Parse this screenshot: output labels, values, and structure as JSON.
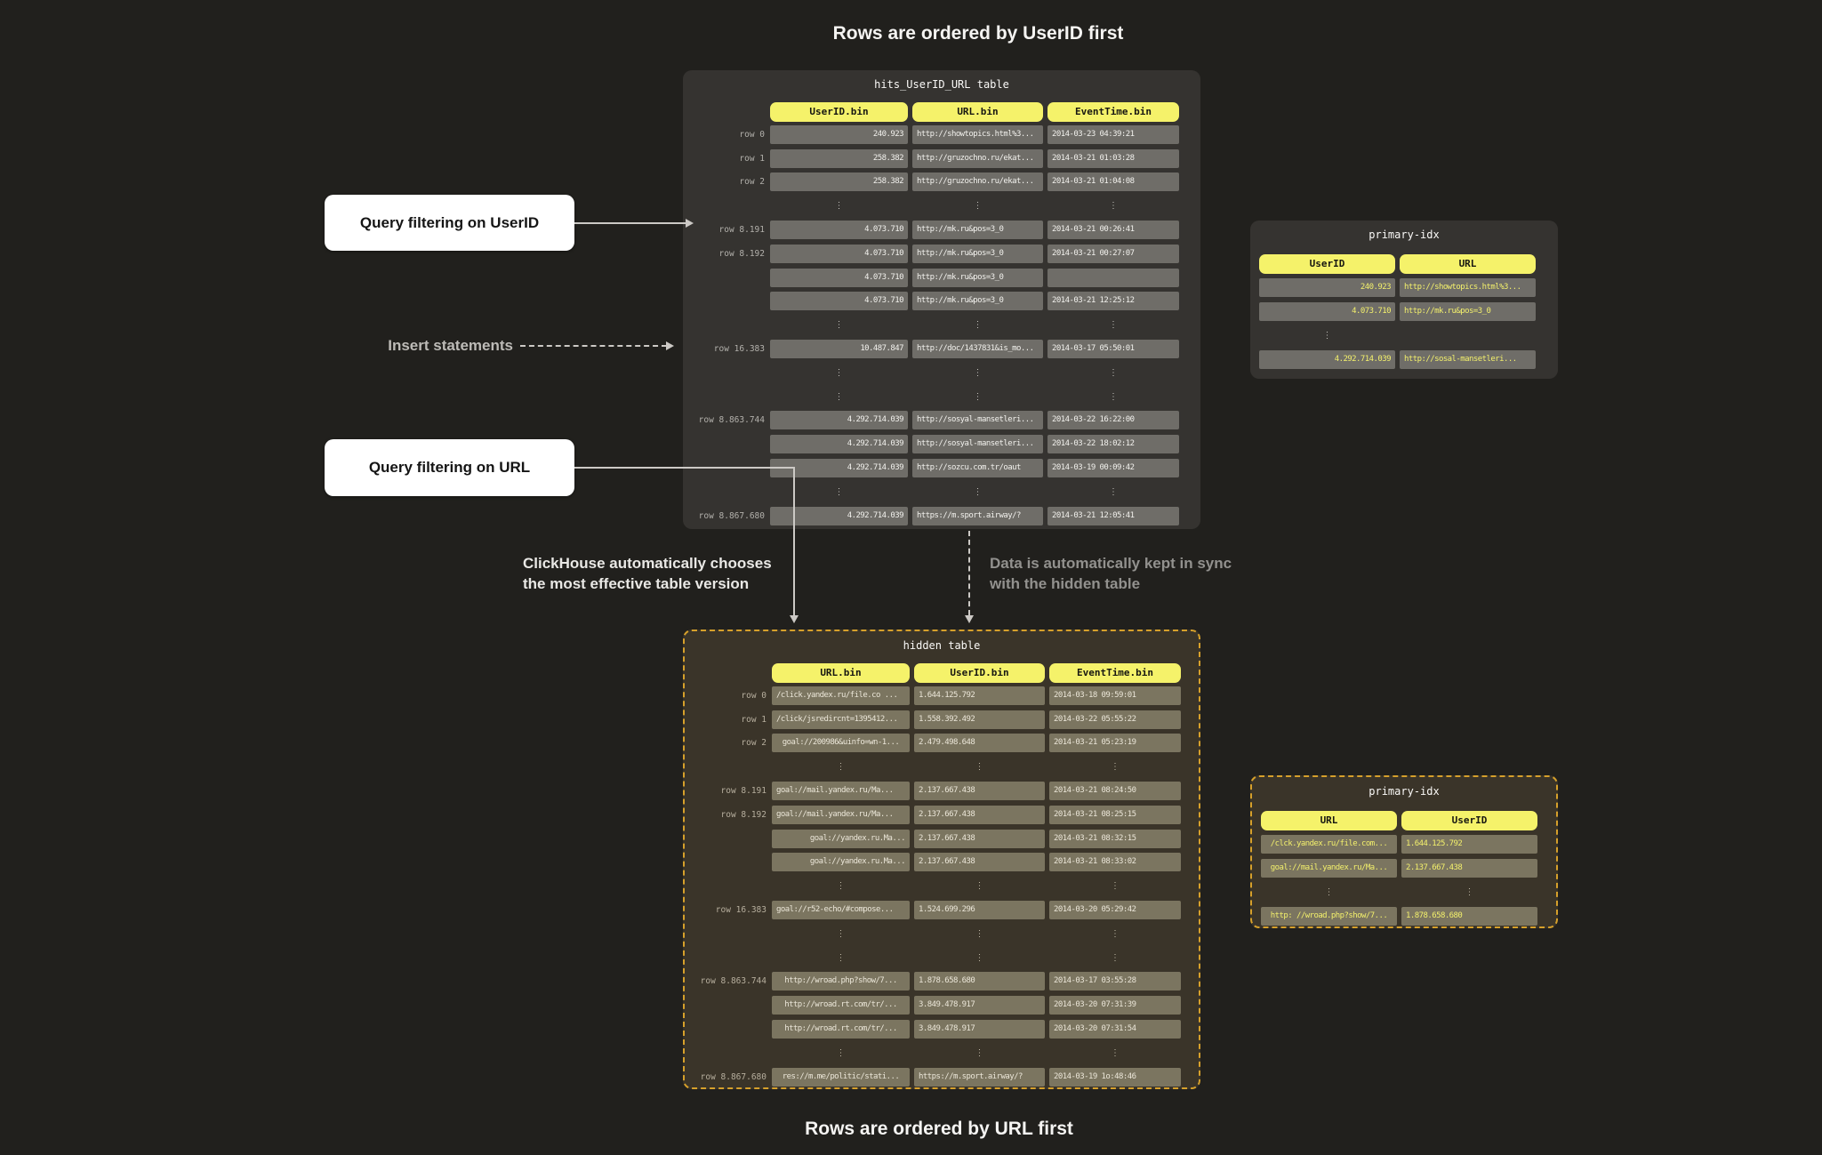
{
  "titles": {
    "top": "Rows are ordered by UserID first",
    "bottom": "Rows are ordered by URL first"
  },
  "callouts": {
    "query_userid": "Query filtering on UserID",
    "insert_statements": "Insert statements",
    "query_url": "Query filtering on URL",
    "chooses_line1": "ClickHouse automatically chooses",
    "chooses_line2": "the most effective table version",
    "sync_line1": "Data is automatically kept in sync",
    "sync_line2": "with the hidden table"
  },
  "colors": {
    "background": "#21201d",
    "panel_dark": "#353330",
    "panel_hidden": "#3a3429",
    "cell_dark": "#6f6d68",
    "cell_hidden": "#7b7560",
    "header_yellow": "#f5f26a",
    "idx_text_yellow": "#f3f06c",
    "dashed_border_gold": "#d6a02b",
    "arrow_gray": "#ccc9c5",
    "callout_bg": "#ffffff"
  },
  "ellipsis_glyph": "⋮",
  "tables": {
    "main": {
      "title": "hits_UserID_URL table",
      "headers": [
        "UserID.bin",
        "URL.bin",
        "EventTime.bin"
      ],
      "rows": [
        {
          "label": "row 0",
          "cells": [
            "240.923",
            "http://showtopics.html%3...",
            "2014-03-23 04:39:21"
          ]
        },
        {
          "label": "row 1",
          "cells": [
            "258.382",
            "http://gruzochno.ru/ekat...",
            "2014-03-21 01:03:28"
          ]
        },
        {
          "label": "row 2",
          "cells": [
            "258.382",
            "http://gruzochno.ru/ekat...",
            "2014-03-21 01:04:08"
          ]
        },
        {
          "dots": [
            0,
            1,
            2
          ]
        },
        {
          "label": "row 8.191",
          "cells": [
            "4.073.710",
            "http://mk.ru&pos=3_0",
            "2014-03-21 00:26:41"
          ]
        },
        {
          "label": "row 8.192",
          "cells": [
            "4.073.710",
            "http://mk.ru&pos=3_0",
            "2014-03-21 00:27:07"
          ]
        },
        {
          "label": "",
          "cells": [
            "4.073.710",
            "http://mk.ru&pos=3_0",
            ""
          ]
        },
        {
          "label": "",
          "cells": [
            "4.073.710",
            "http://mk.ru&pos=3_0",
            "2014-03-21 12:25:12"
          ]
        },
        {
          "dots": [
            0,
            1,
            2
          ]
        },
        {
          "label": "row 16.383",
          "cells": [
            "10.487.847",
            "http://doc/1437831&is_mo...",
            "2014-03-17 05:50:01"
          ]
        },
        {
          "dots": [
            0,
            1,
            2
          ]
        },
        {
          "dots": [
            0,
            1,
            2
          ]
        },
        {
          "label": "row 8.863.744",
          "cells": [
            "4.292.714.039",
            "http://sosyal-mansetleri...",
            "2014-03-22 16:22:00"
          ]
        },
        {
          "label": "",
          "cells": [
            "4.292.714.039",
            "http://sosyal-mansetleri...",
            "2014-03-22 18:02:12"
          ]
        },
        {
          "label": "",
          "cells": [
            "4.292.714.039",
            "http://sozcu.com.tr/oaut",
            "2014-03-19 00:09:42"
          ]
        },
        {
          "dots": [
            0,
            1,
            2
          ]
        },
        {
          "label": "row 8.867.680",
          "cells": [
            "4.292.714.039",
            "https://m.sport.airway/?",
            "2014-03-21 12:05:41"
          ]
        }
      ]
    },
    "hidden": {
      "title": "hidden table",
      "headers": [
        "URL.bin",
        "UserID.bin",
        "EventTime.bin"
      ],
      "rows": [
        {
          "label": "row 0",
          "cells": [
            "/click.yandex.ru/file.co ...",
            "1.644.125.792",
            "2014-03-18 09:59:01"
          ]
        },
        {
          "label": "row 1",
          "cells": [
            "/click/jsredircnt=1395412...",
            "1.558.392.492",
            "2014-03-22 05:55:22"
          ]
        },
        {
          "label": "row 2",
          "cells": [
            {
              "t": "goal://200986&uinfo=wn-1...",
              "a": "c"
            },
            "2.479.498.648",
            "2014-03-21 05:23:19"
          ]
        },
        {
          "dots": [
            0,
            1,
            2
          ]
        },
        {
          "label": "row 8.191",
          "cells": [
            "goal://mail.yandex.ru/Ma...",
            "2.137.667.438",
            "2014-03-21 08:24:50"
          ]
        },
        {
          "label": "row 8.192",
          "cells": [
            "goal://mail.yandex.ru/Ma...",
            "2.137.667.438",
            "2014-03-21 08:25:15"
          ]
        },
        {
          "label": "",
          "cells": [
            {
              "t": "goal://yandex.ru.Ma...",
              "a": "r"
            },
            "2.137.667.438",
            "2014-03-21 08:32:15"
          ]
        },
        {
          "label": "",
          "cells": [
            {
              "t": "goal://yandex.ru.Ma...",
              "a": "r"
            },
            "2.137.667.438",
            "2014-03-21 08:33:02"
          ]
        },
        {
          "dots": [
            0,
            1,
            2
          ]
        },
        {
          "label": "row 16.383",
          "cells": [
            "goal://r52-echo/#compose...",
            "1.524.699.296",
            "2014-03-20 05:29:42"
          ]
        },
        {
          "dots": [
            0,
            1,
            2
          ]
        },
        {
          "dots": [
            0,
            1,
            2
          ]
        },
        {
          "label": "row 8.863.744",
          "cells": [
            {
              "t": "http://wroad.php?show/7...",
              "a": "c"
            },
            "1.878.658.680",
            "2014-03-17 03:55:28"
          ]
        },
        {
          "label": "",
          "cells": [
            {
              "t": "http://wroad.rt.com/tr/...",
              "a": "c"
            },
            "3.849.478.917",
            "2014-03-20 07:31:39"
          ]
        },
        {
          "label": "",
          "cells": [
            {
              "t": "http://wroad.rt.com/tr/...",
              "a": "c"
            },
            "3.849.478.917",
            "2014-03-20 07:31:54"
          ]
        },
        {
          "dots": [
            0,
            1,
            2
          ]
        },
        {
          "label": "row 8.867.680",
          "cells": [
            {
              "t": "res://m.me/politic/stati...",
              "a": "c"
            },
            "https://m.sport.airway/?",
            "2014-03-19 1o:48:46"
          ]
        }
      ]
    },
    "idx_top": {
      "title": "primary-idx",
      "headers": [
        "UserID",
        "URL"
      ],
      "rows": [
        {
          "label": "",
          "cells": [
            "240.923",
            "http://showtopics.html%3..."
          ]
        },
        {
          "label": "",
          "cells": [
            "4.073.710",
            "http://mk.ru&pos=3_0"
          ]
        },
        {
          "dots": [
            0
          ]
        },
        {
          "label": "",
          "cells": [
            "4.292.714.039",
            "http://sosal-mansetleri..."
          ]
        }
      ]
    },
    "idx_bottom": {
      "title": "primary-idx",
      "headers": [
        "URL",
        "UserID"
      ],
      "rows": [
        {
          "label": "",
          "cells": [
            "/clck.yandex.ru/file.com...",
            "1.644.125.792"
          ]
        },
        {
          "label": "",
          "cells": [
            "goal://mail.yandex.ru/Ma...",
            "2.137.667.438"
          ]
        },
        {
          "dots": [
            0,
            1
          ]
        },
        {
          "label": "",
          "cells": [
            "http: //wroad.php?show/7...",
            "1.878.658.680"
          ]
        }
      ]
    }
  }
}
